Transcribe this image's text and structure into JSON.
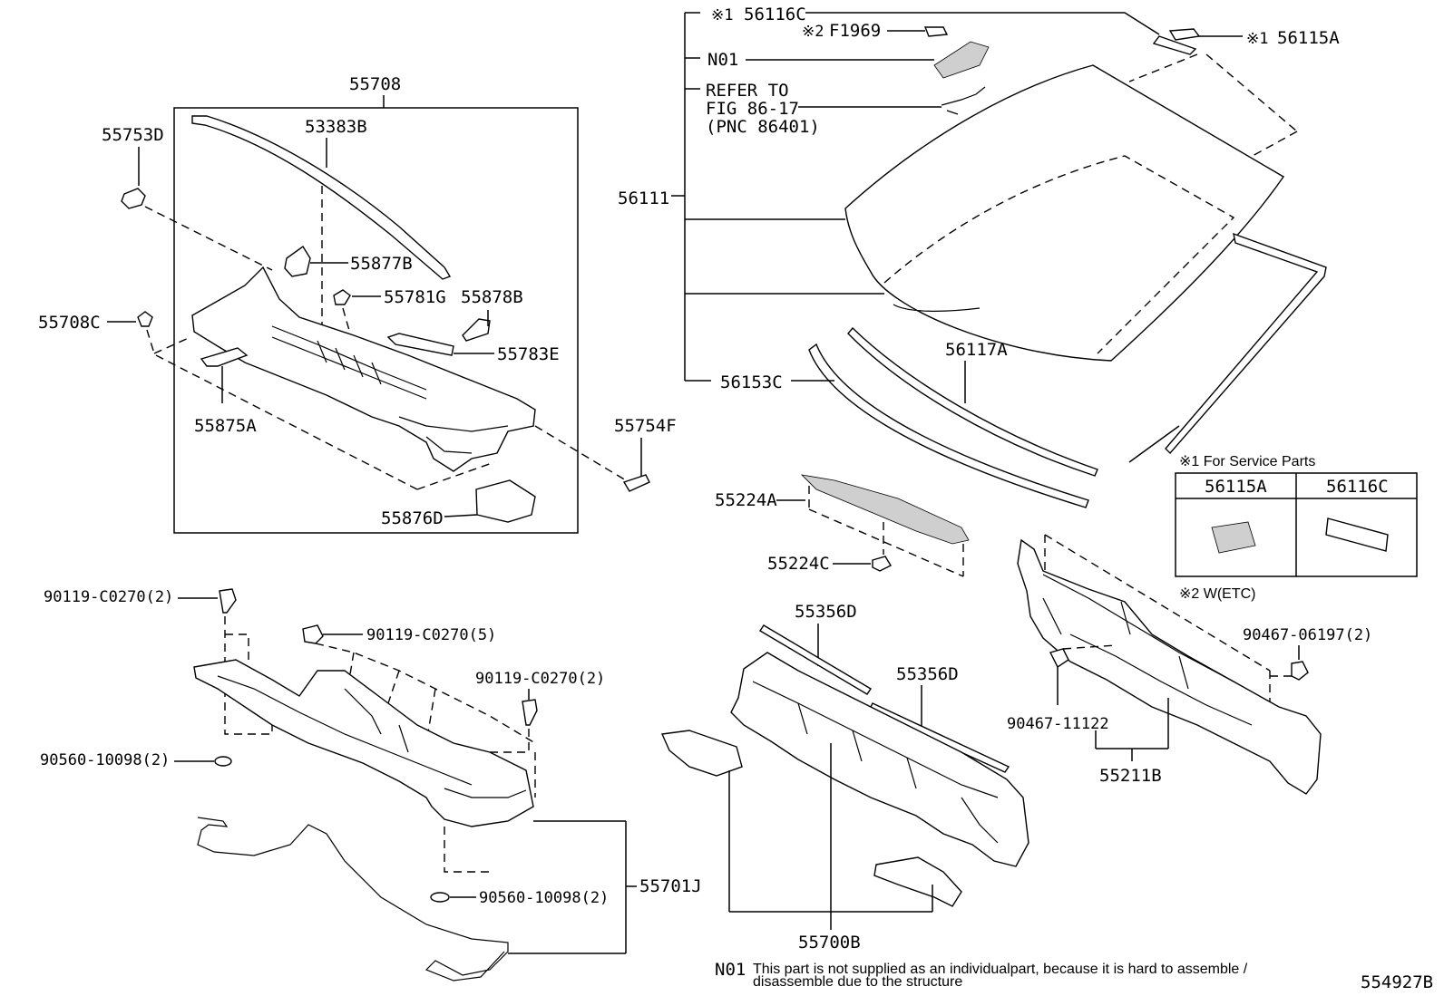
{
  "labels": {
    "p55708": "55708",
    "p53383B": "53383B",
    "p55753D": "55753D",
    "p55877B": "55877B",
    "p55781G": "55781G",
    "p55878B": "55878B",
    "p55708C": "55708C",
    "p55783E": "55783E",
    "p55875A": "55875A",
    "p55754F": "55754F",
    "p55876D": "55876D",
    "p56116C": "56116C",
    "p56116C_mark": "※1",
    "pF1969": "F1969",
    "pF1969_mark": "※2",
    "pN01": "N01",
    "pRefer1": "REFER TO",
    "pRefer2": "FIG 86-17",
    "pRefer3": "(PNC 86401)",
    "p56115A": "56115A",
    "p56115A_mark": "※1",
    "p56111": "56111",
    "p56117A": "56117A",
    "p56153C": "56153C",
    "p55224A": "55224A",
    "p55224C": "55224C",
    "p90119a": "90119-C0270(2)",
    "p90119b": "90119-C0270(5)",
    "p90119c": "90119-C0270(2)",
    "p90560a": "90560-10098(2)",
    "p90560b": "90560-10098(2)",
    "p55701J": "55701J",
    "p55356D_a": "55356D",
    "p55356D_b": "55356D",
    "p55700B": "55700B",
    "p90467a": "90467-06197(2)",
    "p90467b": "90467-11122",
    "p55211B": "55211B"
  },
  "service_parts": {
    "title": "※1 For Service Parts",
    "col1": "56115A",
    "col2": "56116C"
  },
  "note2": "※2 W(ETC)",
  "footnote": {
    "code": "N01",
    "line1": "This part is not supplied as an individualpart, because it is hard to assemble /",
    "line2": "disassemble due to the structure"
  },
  "figure_id": "554927B"
}
